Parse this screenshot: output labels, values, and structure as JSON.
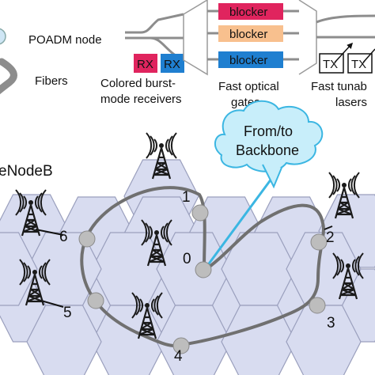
{
  "legend": {
    "node_label": "POADM node",
    "fibers_label": "Fibers"
  },
  "receivers": {
    "rx_labels": [
      "RX",
      "RX"
    ],
    "caption_line1": "Colored burst-",
    "caption_line2": "mode receivers",
    "colors": [
      "#e0245e",
      "#1f7fd0"
    ]
  },
  "gates": {
    "blockers": [
      {
        "label": "blocker",
        "color": "#e0245e"
      },
      {
        "label": "blocker",
        "color": "#f8c08e"
      },
      {
        "label": "blocker",
        "color": "#1f7fd0"
      }
    ],
    "caption_line1": "Fast optical",
    "caption_line2": "gates"
  },
  "lasers": {
    "tx_labels": [
      "TX",
      "TX"
    ],
    "caption_line1": "Fast tunab",
    "caption_line2": "lasers"
  },
  "network": {
    "cloud_line1": "From/to",
    "cloud_line2": "Backbone",
    "enodeb_label": "eNodeB",
    "node_numbers": [
      "1",
      "2",
      "3",
      "4",
      "5",
      "6",
      "0"
    ],
    "colors": {
      "hex_fill": "#d8dcf0",
      "hex_stroke": "#9a9fbd",
      "ring": "#707070",
      "node_fill": "#bdbdbd",
      "cloud_fill": "#c8eefa",
      "cloud_stroke": "#3bb6e2",
      "backbone_link": "#3bb6e2"
    }
  }
}
